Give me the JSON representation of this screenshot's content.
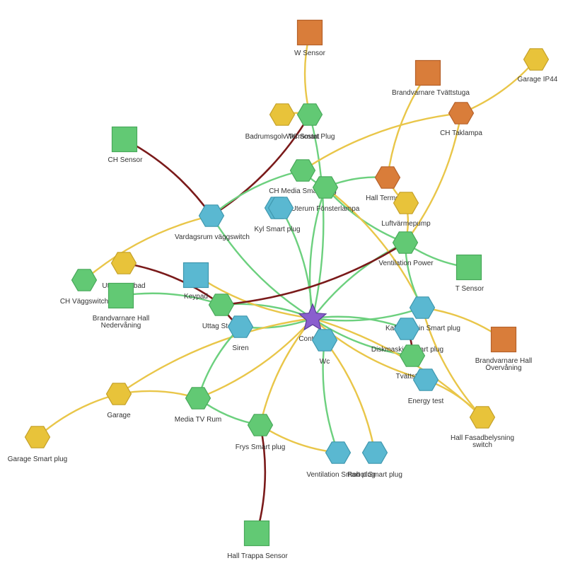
{
  "colors": {
    "controller": "#8a5fce",
    "controller_stroke": "#5a3c99",
    "green": "#62c974",
    "green_stroke": "#48a85a",
    "blue": "#5ab8d1",
    "blue_stroke": "#3f97ae",
    "orange": "#d97d3a",
    "orange_stroke": "#b5612a",
    "yellow": "#e8c33a",
    "yellow_stroke": "#c4a029",
    "edge_good": "#6cd07e",
    "edge_ok": "#e9c649",
    "edge_bad": "#7a1a1a"
  },
  "nodes": [
    {
      "id": "controller",
      "label": "Controller",
      "shape": "star",
      "color": "controller"
    },
    {
      "id": "w_sensor",
      "label": "W Sensor",
      "shape": "square",
      "color": "orange"
    },
    {
      "id": "garage_ip44",
      "label": "Garage IP44",
      "shape": "hexagon",
      "color": "yellow"
    },
    {
      "id": "brand_tvatt",
      "label": "Brandvarnare Tvättstuga",
      "shape": "square",
      "color": "orange"
    },
    {
      "id": "ch_taklampa",
      "label": "CH Taklampa",
      "shape": "hexagon",
      "color": "orange"
    },
    {
      "id": "badrumsgolv",
      "label": "Badrumsgolv Termostat",
      "shape": "hexagon",
      "color": "yellow"
    },
    {
      "id": "wc_smart",
      "label": "WC Smart Plug",
      "shape": "hexagon",
      "color": "green"
    },
    {
      "id": "ch_sensor",
      "label": "CH Sensor",
      "shape": "square",
      "color": "green"
    },
    {
      "id": "ch_media",
      "label": "CH Media Smart plug",
      "shape": "hexagon",
      "color": "green"
    },
    {
      "id": "hall_termostat",
      "label": "Hall Termostat",
      "shape": "hexagon",
      "color": "orange"
    },
    {
      "id": "ch_media2",
      "label": "",
      "shape": "hexagon",
      "color": "green"
    },
    {
      "id": "uterum",
      "label": "Uterum Fönsterlampa",
      "shape": "hexagon",
      "color": "blue"
    },
    {
      "id": "luftvarme",
      "label": "Luftvärmepump",
      "shape": "hexagon",
      "color": "yellow"
    },
    {
      "id": "vardagsrum",
      "label": "Vardagsrum väggswitch",
      "shape": "hexagon",
      "color": "blue"
    },
    {
      "id": "kyl",
      "label": "Kyl Smart plug",
      "shape": "hexagon",
      "color": "blue"
    },
    {
      "id": "vent_power",
      "label": "Ventilation Power",
      "shape": "hexagon",
      "color": "green"
    },
    {
      "id": "t_sensor",
      "label": "T Sensor",
      "shape": "square",
      "color": "green"
    },
    {
      "id": "uttag_spabad",
      "label": "Uttag Spabad",
      "shape": "hexagon",
      "color": "yellow"
    },
    {
      "id": "ch_vaggswitch",
      "label": "CH Väggswitch",
      "shape": "hexagon",
      "color": "green"
    },
    {
      "id": "keypad",
      "label": "Keypad",
      "shape": "square",
      "color": "blue"
    },
    {
      "id": "brand_hall_ned",
      "label": "Brandvarnare Hall",
      "label2": "Nedervåning",
      "shape": "square",
      "color": "green"
    },
    {
      "id": "uttag_stenen",
      "label": "Uttag Stenen",
      "shape": "hexagon",
      "color": "green"
    },
    {
      "id": "siren",
      "label": "Siren",
      "shape": "hexagon",
      "color": "blue"
    },
    {
      "id": "kaffemaskin",
      "label": "Kaffemaskin Smart plug",
      "shape": "hexagon",
      "color": "blue"
    },
    {
      "id": "diskmaskin",
      "label": "Diskmaskin Smart plug",
      "shape": "hexagon",
      "color": "blue"
    },
    {
      "id": "wc",
      "label": "Wc",
      "shape": "hexagon",
      "color": "blue"
    },
    {
      "id": "brand_hall_over",
      "label": "Brandvarnare Hall",
      "label2": "Övervåning",
      "shape": "square",
      "color": "orange"
    },
    {
      "id": "tvattstuga",
      "label": "Tvättstuga",
      "shape": "hexagon",
      "color": "green"
    },
    {
      "id": "energy_test",
      "label": "Energy test",
      "shape": "hexagon",
      "color": "blue"
    },
    {
      "id": "garage",
      "label": "Garage",
      "shape": "hexagon",
      "color": "yellow"
    },
    {
      "id": "media_tv",
      "label": "Media TV Rum",
      "shape": "hexagon",
      "color": "green"
    },
    {
      "id": "hall_fasad",
      "label": "Hall Fasadbelysning",
      "label2": "switch",
      "shape": "hexagon",
      "color": "yellow"
    },
    {
      "id": "garage_smart",
      "label": "Garage Smart plug",
      "shape": "hexagon",
      "color": "yellow"
    },
    {
      "id": "frys",
      "label": "Frys Smart plug",
      "shape": "hexagon",
      "color": "green"
    },
    {
      "id": "vent_smart",
      "label": "Ventilation Smart plug",
      "shape": "hexagon",
      "color": "blue"
    },
    {
      "id": "robot",
      "label": "Robot Smart plug",
      "shape": "hexagon",
      "color": "blue"
    },
    {
      "id": "hall_trappa",
      "label": "Hall Trappa Sensor",
      "shape": "square",
      "color": "green"
    }
  ],
  "edges": [
    {
      "from": "controller",
      "to": "vardagsrum",
      "q": "good"
    },
    {
      "from": "controller",
      "to": "kyl",
      "q": "good"
    },
    {
      "from": "controller",
      "to": "ch_media2",
      "q": "good"
    },
    {
      "from": "controller",
      "to": "wc_smart",
      "q": "good"
    },
    {
      "from": "controller",
      "to": "vent_power",
      "q": "good"
    },
    {
      "from": "controller",
      "to": "kaffemaskin",
      "q": "good"
    },
    {
      "from": "controller",
      "to": "diskmaskin",
      "q": "good"
    },
    {
      "from": "controller",
      "to": "tvattstuga",
      "q": "good"
    },
    {
      "from": "controller",
      "to": "siren",
      "q": "good"
    },
    {
      "from": "controller",
      "to": "uttag_stenen",
      "q": "good"
    },
    {
      "from": "controller",
      "to": "media_tv",
      "q": "ok"
    },
    {
      "from": "controller",
      "to": "frys",
      "q": "ok"
    },
    {
      "from": "controller",
      "to": "wc",
      "q": "good"
    },
    {
      "from": "controller",
      "to": "energy_test",
      "q": "ok"
    },
    {
      "from": "controller",
      "to": "hall_fasad",
      "q": "ok"
    },
    {
      "from": "controller",
      "to": "garage",
      "q": "ok"
    },
    {
      "from": "controller",
      "to": "keypad",
      "q": "ok"
    },
    {
      "from": "wc",
      "to": "vent_smart",
      "q": "good"
    },
    {
      "from": "wc",
      "to": "robot",
      "q": "ok"
    },
    {
      "from": "w_sensor",
      "to": "wc_smart",
      "q": "ok"
    },
    {
      "from": "garage_ip44",
      "to": "ch_taklampa",
      "q": "ok"
    },
    {
      "from": "ch_taklampa",
      "to": "ch_media",
      "q": "ok"
    },
    {
      "from": "ch_taklampa",
      "to": "vent_power",
      "q": "ok"
    },
    {
      "from": "brand_tvatt",
      "to": "hall_termostat",
      "q": "ok"
    },
    {
      "from": "ch_sensor",
      "to": "vardagsrum",
      "q": "bad"
    },
    {
      "from": "vardagsrum",
      "to": "wc_smart",
      "q": "bad"
    },
    {
      "from": "vardagsrum",
      "to": "ch_media",
      "q": "good"
    },
    {
      "from": "vardagsrum",
      "to": "ch_vaggswitch",
      "q": "ok"
    },
    {
      "from": "badrumsgolv",
      "to": "wc_smart",
      "q": "ok"
    },
    {
      "from": "ch_media",
      "to": "ch_media2",
      "q": "good"
    },
    {
      "from": "ch_media2",
      "to": "hall_termostat",
      "q": "good"
    },
    {
      "from": "ch_media2",
      "to": "vent_power",
      "q": "good"
    },
    {
      "from": "ch_media2",
      "to": "kaffemaskin",
      "q": "ok"
    },
    {
      "from": "hall_termostat",
      "to": "luftvarme",
      "q": "ok"
    },
    {
      "from": "luftvarme",
      "to": "vent_power",
      "q": "ok"
    },
    {
      "from": "vent_power",
      "to": "t_sensor",
      "q": "good"
    },
    {
      "from": "vent_power",
      "to": "uttag_stenen",
      "q": "bad"
    },
    {
      "from": "vent_power",
      "to": "kaffemaskin",
      "q": "good"
    },
    {
      "from": "uttag_spabad",
      "to": "uttag_stenen",
      "q": "bad"
    },
    {
      "from": "uttag_stenen",
      "to": "siren",
      "q": "bad"
    },
    {
      "from": "brand_hall_ned",
      "to": "uttag_stenen",
      "q": "good"
    },
    {
      "from": "siren",
      "to": "media_tv",
      "q": "good"
    },
    {
      "from": "kaffemaskin",
      "to": "brand_hall_over",
      "q": "ok"
    },
    {
      "from": "kaffemaskin",
      "to": "hall_fasad",
      "q": "ok"
    },
    {
      "from": "diskmaskin",
      "to": "tvattstuga",
      "q": "bad"
    },
    {
      "from": "garage",
      "to": "garage_smart",
      "q": "ok"
    },
    {
      "from": "garage",
      "to": "media_tv",
      "q": "ok"
    },
    {
      "from": "media_tv",
      "to": "frys",
      "q": "good"
    },
    {
      "from": "frys",
      "to": "hall_trappa",
      "q": "bad"
    },
    {
      "from": "frys",
      "to": "vent_smart",
      "q": "ok"
    },
    {
      "from": "energy_test",
      "to": "hall_fasad",
      "q": "ok"
    }
  ]
}
